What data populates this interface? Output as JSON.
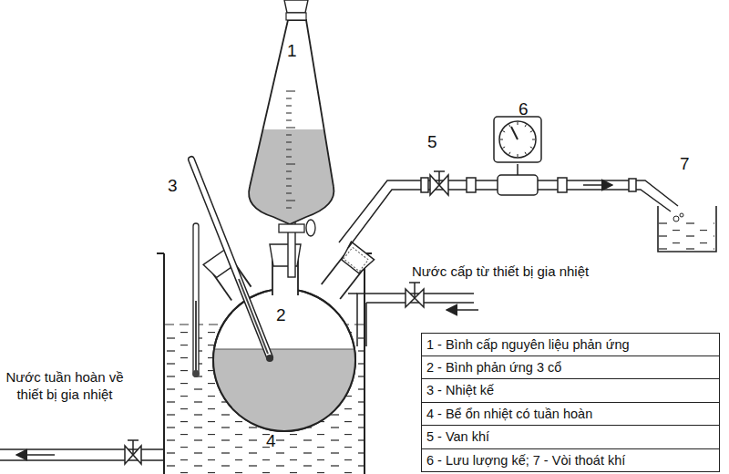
{
  "diagram": {
    "nodes": [
      {
        "text": [
          "1 - Bình cấp nguyên liệu phản ứng"
        ]
      },
      {
        "text": [
          "2 - Bình phản ứng 3 cổ"
        ]
      },
      {
        "text": [
          "3 - Nhiệt kế"
        ]
      },
      {
        "text": [
          "4 - Bể ổn nhiệt có tuần hoàn"
        ]
      },
      {
        "text": [
          "5 - Van khí"
        ]
      },
      {
        "text": [
          "6 - Lưu lượng kế; 7 - Vòi thoát khí"
        ]
      }
    ],
    "labels": [
      "1",
      "2",
      "3",
      "4",
      "5",
      "6",
      "7",
      "Nước cấp từ thiết bị gia nhiệt",
      "Nước tuần hoàn về thiết bị gia nhiệt"
    ]
  }
}
